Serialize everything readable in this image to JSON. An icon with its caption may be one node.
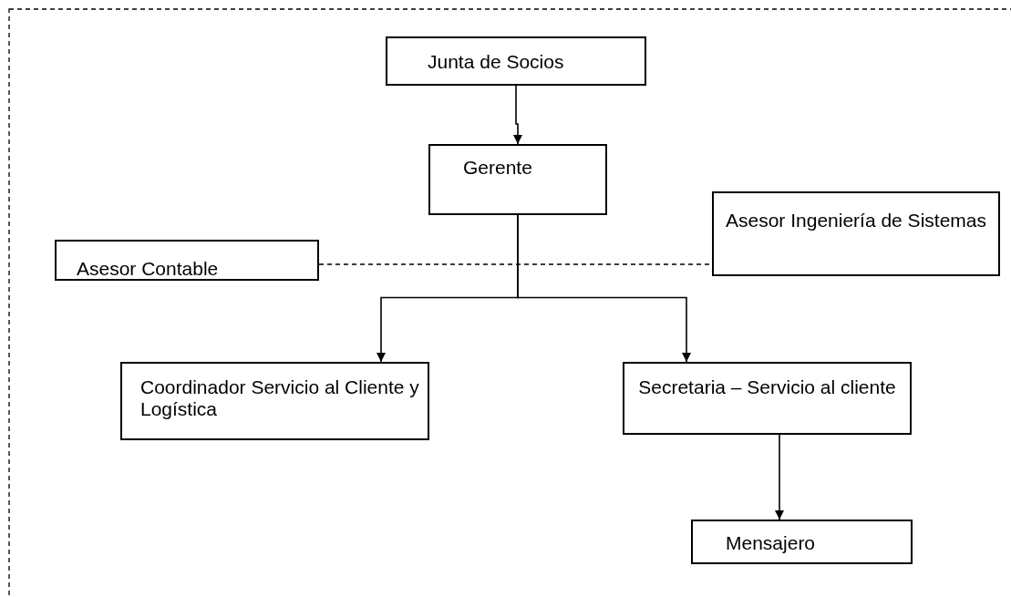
{
  "diagram": {
    "nodes": [
      {
        "text": [
          "Junta de Socios"
        ]
      },
      {
        "text": [
          "Gerente"
        ]
      },
      {
        "text": [
          "Asesor Contable"
        ]
      },
      {
        "text": [
          "Asesor Ingeniería de Sistemas"
        ]
      },
      {
        "text": [
          "Coordinador Servicio al Cliente y Logística"
        ]
      },
      {
        "text": [
          "Secretaria – Servicio al cliente"
        ]
      },
      {
        "text": [
          "Mensajero"
        ]
      }
    ],
    "edges": [
      {
        "from": 0,
        "to": 1,
        "arrow": "to"
      },
      {
        "from": 1,
        "to": 4,
        "arrow": "to"
      },
      {
        "from": 1,
        "to": 5,
        "arrow": "to"
      },
      {
        "from": 2,
        "to": 3,
        "arrow": "none",
        "style": "dashed"
      },
      {
        "from": 5,
        "to": 6,
        "arrow": "to"
      }
    ]
  }
}
